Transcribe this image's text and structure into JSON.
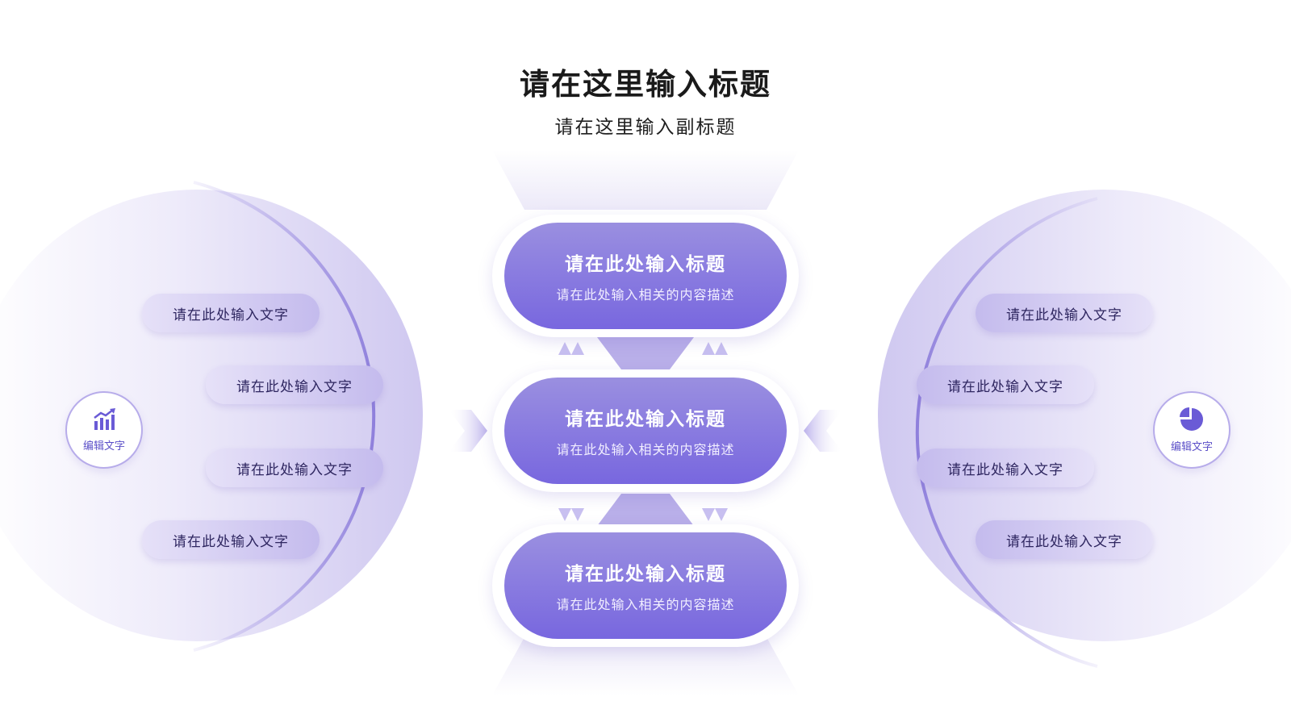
{
  "header": {
    "title": "请在这里输入标题",
    "subtitle": "请在这里输入副标题"
  },
  "left_panel": {
    "icon": "bar-chart-up-icon",
    "icon_label": "编辑文字",
    "items": [
      "请在此处输入文字",
      "请在此处输入文字",
      "请在此处输入文字",
      "请在此处输入文字"
    ]
  },
  "right_panel": {
    "icon": "pie-chart-icon",
    "icon_label": "编辑文字",
    "items": [
      "请在此处输入文字",
      "请在此处输入文字",
      "请在此处输入文字",
      "请在此处输入文字"
    ]
  },
  "center_cards": [
    {
      "title": "请在此处输入标题",
      "description": "请在此处输入相关的内容描述"
    },
    {
      "title": "请在此处输入标题",
      "description": "请在此处输入相关的内容描述"
    },
    {
      "title": "请在此处输入标题",
      "description": "请在此处输入相关的内容描述"
    }
  ],
  "colors": {
    "accent": "#7867df",
    "accent_light": "#b7acea",
    "pill_text": "#2e2660",
    "title_text": "#1a1a1a"
  }
}
